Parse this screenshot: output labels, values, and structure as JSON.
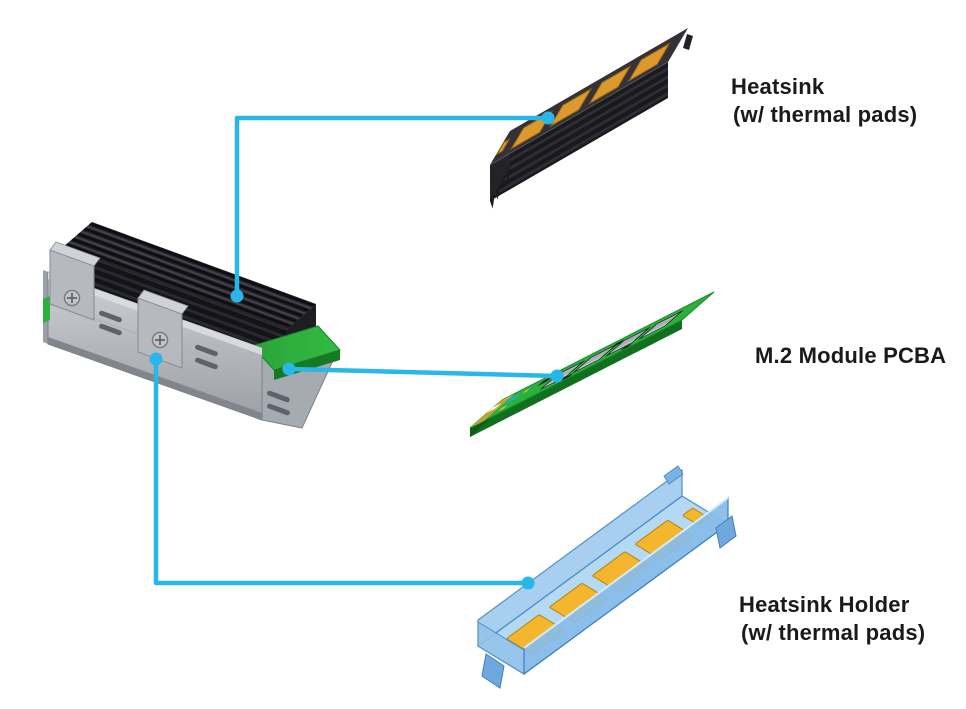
{
  "colors": {
    "background": "#ffffff",
    "accent": "#29b6e8",
    "label_text": "#1a1a1a",
    "heatsink_body": "#343137",
    "thermal_pad_orange": "#dc9a2e",
    "pcb_green": "#2cb03c",
    "chip_gray": "#a9afb5",
    "holder_blue": "#aed6f2",
    "thermal_pad_yellow": "#f3b62c",
    "assembly_gray": "#c0c4c9"
  },
  "labels": {
    "heatsink": {
      "line1": "Heatsink",
      "line2": "(w/ thermal pads)"
    },
    "pcba": {
      "line1": "M.2 Module PCBA"
    },
    "holder": {
      "line1": "Heatsink Holder",
      "line2": "(w/ thermal pads)"
    }
  },
  "parts": [
    {
      "id": "assembled-module",
      "name": "Assembled M.2 module (holder + heatsink + PCBA)"
    },
    {
      "id": "heatsink",
      "name": "Heatsink (w/ thermal pads)",
      "visible_pads": 4
    },
    {
      "id": "m2-pcba",
      "name": "M.2 Module PCBA",
      "visible_chips": 4
    },
    {
      "id": "heatsink-holder",
      "name": "Heatsink Holder (w/ thermal pads)",
      "visible_pads": 4
    }
  ]
}
